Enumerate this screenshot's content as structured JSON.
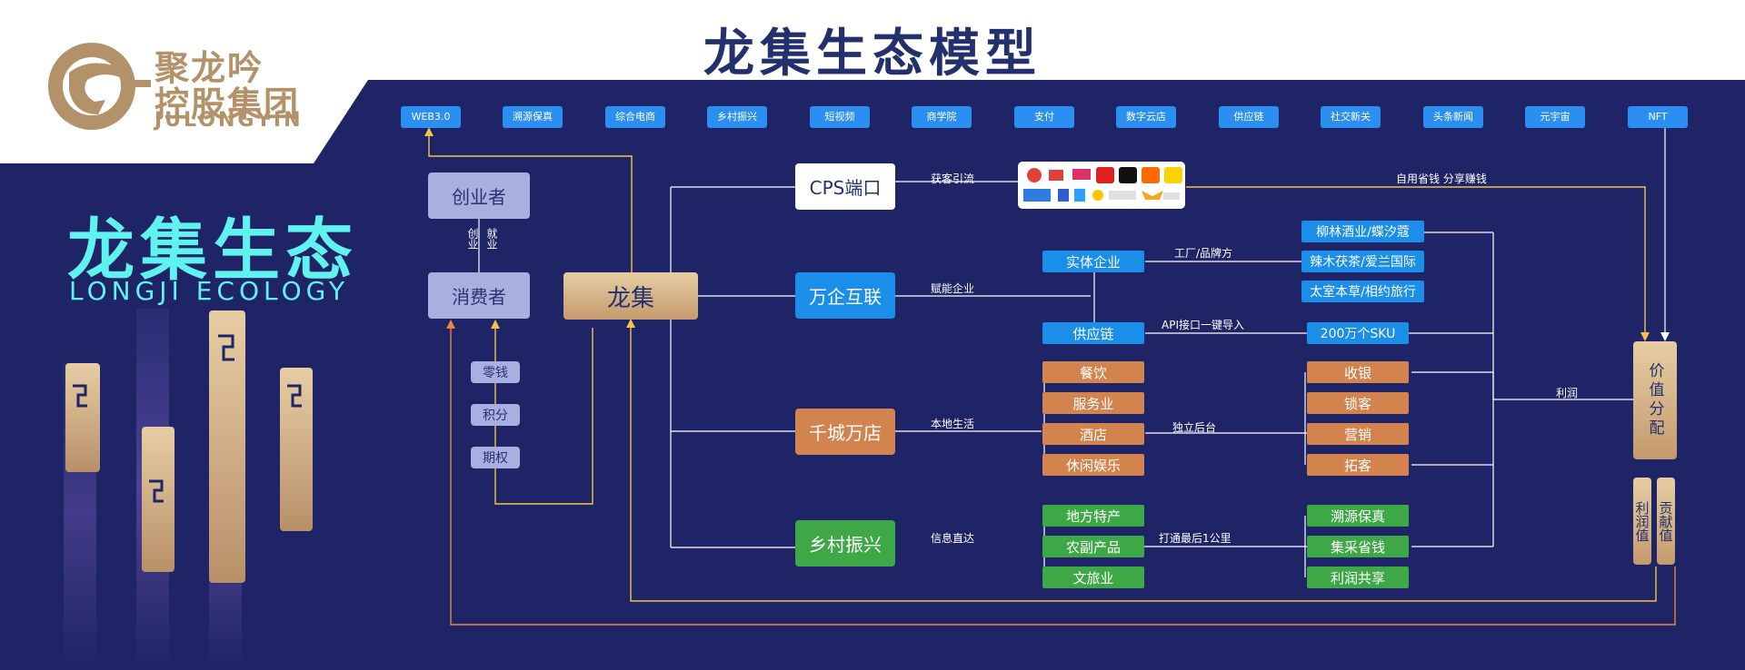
{
  "header": {
    "title": "龙集生态模型",
    "logo_line1": "聚龙吟",
    "logo_line2": "控股集团",
    "logo_en": "JULONGYIN"
  },
  "side": {
    "title": "龙集生态",
    "subtitle": "LONGJI ECOLOGY"
  },
  "colors": {
    "navy": "#1f2466",
    "tag_blue": "#2a8ff0",
    "blue_box": "#1a8ee8",
    "orange_box": "#d2834e",
    "green_box": "#3ea846",
    "gold": "#c9a273",
    "teal_title": "#5ff2ef"
  },
  "top_tags": [
    "WEB3.0",
    "溯源保真",
    "综合电商",
    "乡村振兴",
    "短视频",
    "商学院",
    "支付",
    "数字云店",
    "供应链",
    "社交新关",
    "头条新闻",
    "元宇宙",
    "NFT"
  ],
  "left": {
    "founder": "创业者",
    "consumer": "消费者",
    "link_left": "创业",
    "link_right": "就业",
    "rewards": [
      "零钱",
      "积分",
      "期权"
    ],
    "center": "龙集"
  },
  "branches": {
    "cps": "CPS端口",
    "cps_label": "获客引流",
    "self_buy": "自用省钱  分享赚钱",
    "wanqi": "万企互联",
    "wanqi_label": "赋能企业",
    "qiancheng": "千城万店",
    "qiancheng_label": "本地生活",
    "xiangcun": "乡村振兴",
    "xiangcun_label": "信息直达"
  },
  "enterprise": {
    "entity": "实体企业",
    "supply": "供应链",
    "factory_label": "工厂/品牌方",
    "api_label": "API接口一键导入",
    "brands": [
      "柳林酒业/蝶汐蔻",
      "辣木茯茶/爱兰国际",
      "太室本草/相约旅行"
    ],
    "sku": "200万个SKU"
  },
  "local": {
    "left_items": [
      "餐饮",
      "服务业",
      "酒店",
      "休闲娱乐"
    ],
    "backend_label": "独立后台",
    "right_items": [
      "收银",
      "锁客",
      "营销",
      "拓客"
    ]
  },
  "rural": {
    "left_items": [
      "地方特产",
      "农副产品",
      "文旅业"
    ],
    "last_mile_label": "打通最后1公里",
    "right_items": [
      "溯源保真",
      "集采省钱",
      "利润共享"
    ]
  },
  "value": {
    "distribution": "价值分配",
    "profit_label": "利润",
    "profit_value": "利润值",
    "contribution_value": "贡献值"
  },
  "platforms": {
    "row1": [
      "拼多多",
      "JD.COM",
      "唯品会",
      "天猫",
      "抖音",
      "淘",
      "美团"
    ],
    "row2": [
      "Ctrip携程",
      "",
      "",
      "飞猪旅行",
      "滴滴"
    ]
  }
}
